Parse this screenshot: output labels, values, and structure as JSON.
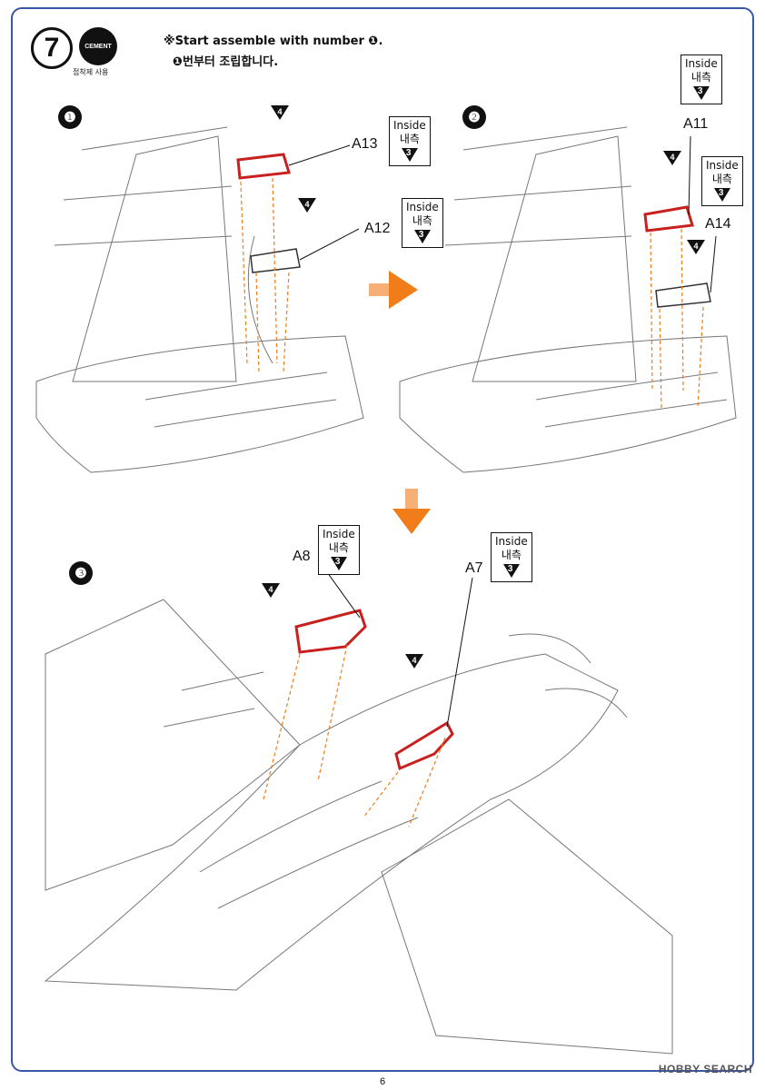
{
  "header": {
    "step_number": "7",
    "cement_badge": "CEMENT",
    "cement_korean": "접착제 사용",
    "instruction_en": "※Start assemble with number ❶.",
    "instruction_ko": "❶번부터 조립합니다."
  },
  "panels": [
    {
      "number": "❶",
      "parts": [
        "A13",
        "A12"
      ]
    },
    {
      "number": "❷",
      "parts": [
        "A11",
        "A14"
      ]
    },
    {
      "number": "❸",
      "parts": [
        "A8",
        "A7"
      ]
    }
  ],
  "inside_box": {
    "en": "Inside",
    "ko": "내측",
    "ref": "3"
  },
  "paint_marker": "4",
  "footer": {
    "page_number": "6",
    "watermark": "HOBBY SEARCH"
  },
  "colors": {
    "accent": "#f07c1a",
    "part_outline": "#c8201f",
    "border": "#3a56a8"
  }
}
